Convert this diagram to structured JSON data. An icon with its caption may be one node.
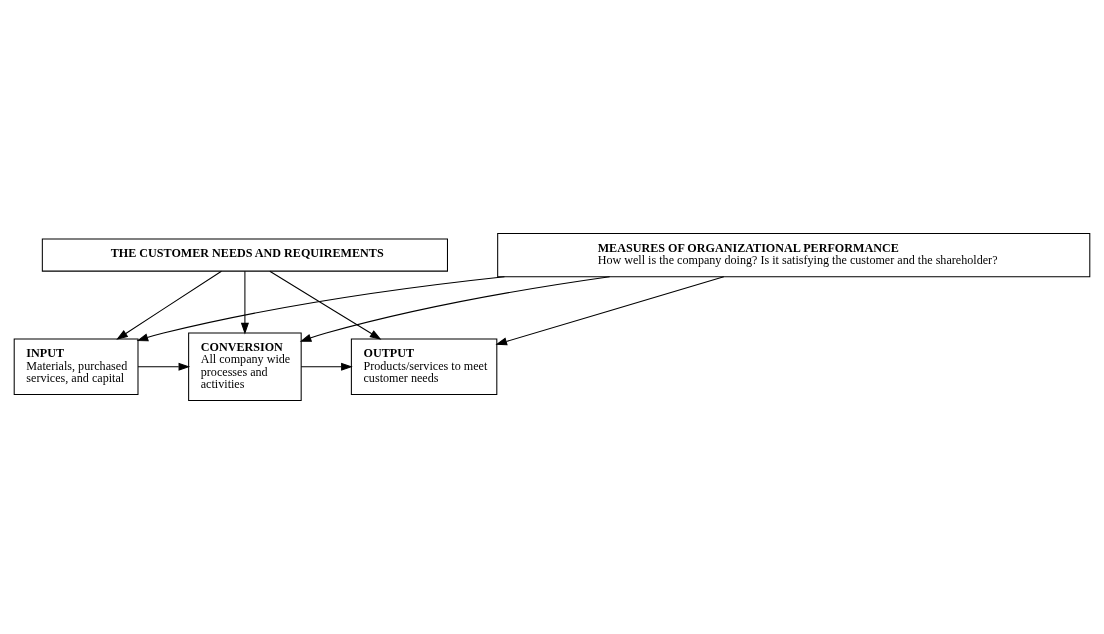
{
  "diagram": {
    "nodes": [
      {
        "text": [
          "THE CUSTOMER NEEDS AND REQUIREMENTS"
        ]
      },
      {
        "text": [
          "INPUT",
          "Materials, purchased services, and capital"
        ]
      },
      {
        "text": [
          "CONVERSION",
          "All company wide processes and activities"
        ]
      },
      {
        "text": [
          "OUTPUT",
          "Products/services to meet customer needs"
        ]
      },
      {
        "text": [
          "MEASURES OF ORGANIZATIONAL PERFORMANCE",
          "How well is the company doing? Is it satisfying the customer and the shareholder?"
        ]
      }
    ],
    "edges": [
      {
        "from": 0,
        "to": 1,
        "arrow": "to"
      },
      {
        "from": 0,
        "to": 2,
        "arrow": "to"
      },
      {
        "from": 0,
        "to": 3,
        "arrow": "to"
      },
      {
        "from": 1,
        "to": 2,
        "arrow": "to"
      },
      {
        "from": 2,
        "to": 3,
        "arrow": "to"
      },
      {
        "from": 4,
        "to": 1,
        "arrow": "to"
      },
      {
        "from": 4,
        "to": 2,
        "arrow": "to"
      },
      {
        "from": 4,
        "to": 3,
        "arrow": "to"
      }
    ]
  }
}
